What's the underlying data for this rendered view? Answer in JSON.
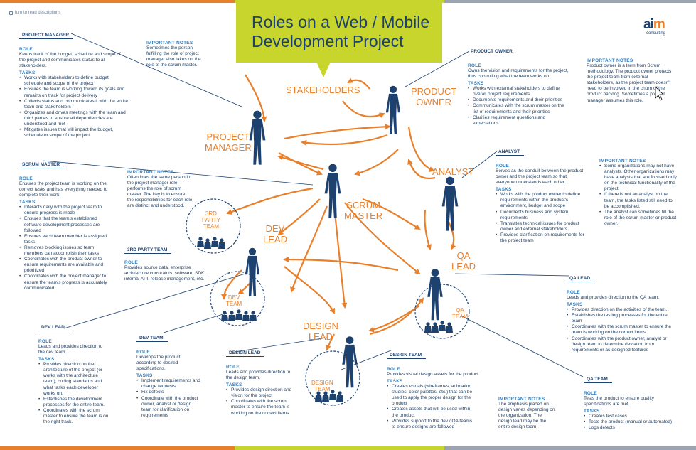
{
  "colors": {
    "orange": "#e8802b",
    "navy": "#1e4270",
    "blue": "#2e7ec0",
    "lime": "#c8d52c",
    "gray": "#9aa5b1"
  },
  "hint": "turn to read descriptions",
  "title": {
    "line1": "Roles on a Web / Mobile",
    "line2": "Development Project"
  },
  "logo": {
    "name_a": "ai",
    "name_b": "m",
    "sub": "consulting"
  },
  "diagram_labels": {
    "stakeholders": "STAKEHOLDERS",
    "product_owner_1": "PRODUCT",
    "product_owner_2": "OWNER",
    "project_manager_1": "PROJECT",
    "project_manager_2": "MANAGER",
    "analyst": "ANALYST",
    "scrum_master_1": "SCRUM",
    "scrum_master_2": "MASTER",
    "third_party_1": "3RD",
    "third_party_2": "PARTY",
    "third_party_3": "TEAM",
    "dev_lead_1": "DEV",
    "dev_lead_2": "LEAD",
    "dev_team_1": "DEV",
    "dev_team_2": "TEAM",
    "qa_lead_1": "QA",
    "qa_lead_2": "LEAD",
    "qa_team_1": "QA",
    "qa_team_2": "TEAM",
    "design_lead_1": "DESIGN",
    "design_lead_2": "LEAD",
    "design_team_1": "DESIGN",
    "design_team_2": "TEAM"
  },
  "labels": {
    "role": "ROLE",
    "tasks": "TASKS",
    "notes": "IMPORTANT NOTES"
  },
  "project_manager": {
    "heading": "PROJECT MANAGER",
    "role": "Keeps track of the budget, schedule and scope of the project and communicates status to all stakeholders.",
    "tasks": [
      "Works with stakeholders to define budget, schedule and scope of the project",
      "Ensures the team is working toward its goals and remains on track for project delivery",
      "Collects status and communicates it with the entire team and stakeholders",
      "Organizes and drives meetings with the team and third parties to ensure all dependencies are understood and met",
      "Mitigates issues that will impact the budget, schedule or scope of the project"
    ],
    "notes": "Sometimes the person fulfilling the role of project manager also takes on the role of the scrum master."
  },
  "scrum_master": {
    "heading": "SCRUM MASTER",
    "role": "Ensures the project team is working on the correct tasks and has everything needed to complete their work.",
    "tasks": [
      "Interacts daily with the project team to ensure progress is made",
      "Ensures that the team's established software development processes are followed",
      "Ensures each team member is assigned tasks",
      "Removes blocking issues so team members can accomplish their tasks",
      "Coordinates with the product owner to ensure requirements are available and prioritized",
      "Coordinates with the project manager to ensure the team's progress is accurately communicated"
    ],
    "notes": "Oftentimes the same person in the project manager role performs the role of scrum master. The key is to ensure the responsibilities for each role are distinct and understood."
  },
  "third_party_team": {
    "heading": "3RD PARTY TEAM",
    "role": "Provides source data, enterprise architecture constraints, software, SDK, internal API, release management, etc."
  },
  "dev_lead": {
    "heading": "DEV LEAD",
    "role": "Leads and provides direction to the dev team.",
    "tasks": [
      "Provides direction on the architecture of the project (or works with the architecture team), coding standards and what tasks each developer works on.",
      "Establishes the development processes for the entire team.",
      "Coordinates with the scrum master to ensure the team is on the right track."
    ]
  },
  "dev_team": {
    "heading": "DEV TEAM",
    "role": "Develops the product according to desired specifications.",
    "tasks": [
      "Implement requirements and change requests",
      "Fix defects",
      "Coordinate with the product owner, analyst or design team for clarification on requirements"
    ]
  },
  "design_lead": {
    "heading": "DESIGN LEAD",
    "role": "Leads and provides direction to the design team.",
    "tasks": [
      "Provides design direction and vision for the project",
      "Coordinates with the scrum master to ensure the team is working on the correct items"
    ]
  },
  "design_team": {
    "heading": "DESIGN TEAM",
    "role": "Provides visual design assets for the product.",
    "tasks": [
      "Creates visuals (wireframes, animation studies, color palettes, etc.) that can be used to apply the proper design for the product",
      "Creates assets that will be used within the product",
      "Provides support to the dev / QA teams to ensure designs are followed"
    ],
    "notes": "The emphasis placed on design varies depending on the organization. The design lead may be the entire design team."
  },
  "product_owner": {
    "heading": "PRODUCT OWNER",
    "role": "Owns the vision and requirements for the project, thus controlling what the team works on.",
    "tasks": [
      "Works with external stakeholders to define overall project requirements",
      "Documents requirements and their priorities",
      "Communicates with the scrum master on the list of requirements and their priorities",
      "Clarifies requirement questions and expectations"
    ],
    "notes": "Product owner is a term from Scrum methodology. The product owner protects the project team from external stakeholders, as the project team doesn't need to be involved in the churn of the product backlog. Sometimes a product manager assumes this role."
  },
  "analyst": {
    "heading": "ANALYST",
    "role": "Serves as the conduit between the product owner and the project team so that everyone understands each other.",
    "tasks": [
      "Works with the product owner to define requirements within the product's environment, budget and scope",
      "Documents business and system requirements",
      "Translates technical issues for product owner and external stakeholders",
      "Provides clarification on requirements for the project team"
    ],
    "notes": [
      "Some organizations may not have analysts. Other organizations may have analysts that are focused only on the technical functionality of the project.",
      "If there is not an analyst on the team, the tasks listed still need to be accomplished.",
      "The analyst can sometimes fill the role of the scrum master or product owner."
    ]
  },
  "qa_lead": {
    "heading": "QA LEAD",
    "role": "Leads and provides direction to the QA team.",
    "tasks": [
      "Provides direction on the activities of the team.",
      "Establishes the testing processes for the entire team",
      "Coordinates with the scrum master to ensure the team is working on the correct items",
      "Coordinates with the product owner, analyst or design team to determine deviation from requirements or as-designed features"
    ]
  },
  "qa_team": {
    "heading": "QA TEAM",
    "role": "Tests the product to ensure quality specifications are met.",
    "tasks": [
      "Creates test cases",
      "Tests the product (manual or automated)",
      "Logs defects"
    ]
  }
}
